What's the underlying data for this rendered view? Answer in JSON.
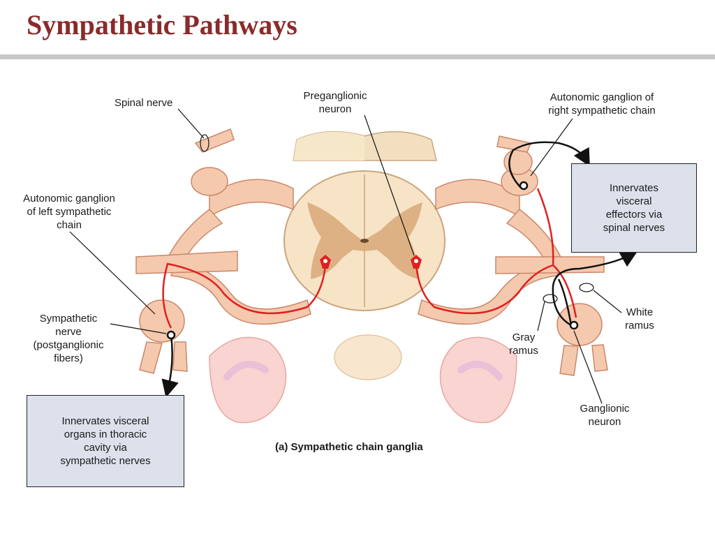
{
  "slide": {
    "title": "Sympathetic Pathways"
  },
  "labels": {
    "spinal_nerve": "Spinal nerve",
    "preganglionic_line1": "Preganglionic",
    "preganglionic_line2": "neuron",
    "auto_right_line1": "Autonomic ganglion of",
    "auto_right_line2": "right sympathetic chain",
    "auto_left_line1": "Autonomic ganglion",
    "auto_left_line2": "of left sympathetic",
    "auto_left_line3": "chain",
    "symp_nerve_line1": "Sympathetic",
    "symp_nerve_line2": "nerve",
    "symp_nerve_line3": "(postganglionic",
    "symp_nerve_line4": "fibers)",
    "white_line1": "White",
    "white_line2": "ramus",
    "gray_line1": "Gray",
    "gray_line2": "ramus",
    "ganglionic_line1": "Ganglionic",
    "ganglionic_line2": "neuron"
  },
  "boxes": {
    "right": "Innervates\nvisceral\neffectors via\nspinal nerves",
    "left": "Innervates visceral\norgans in thoracic\ncavity via\nsympathetic nerves"
  },
  "caption": "(a) Sympathetic chain ganglia",
  "colors": {
    "title": "#8b2a2a",
    "nerve": "#f5c9ad",
    "nerve_outline": "#c9876a",
    "fiber": "#e02020",
    "white_matter": "#f7e3c6",
    "gray_matter": "#d8a878",
    "box_fill": "#dde1ec"
  }
}
